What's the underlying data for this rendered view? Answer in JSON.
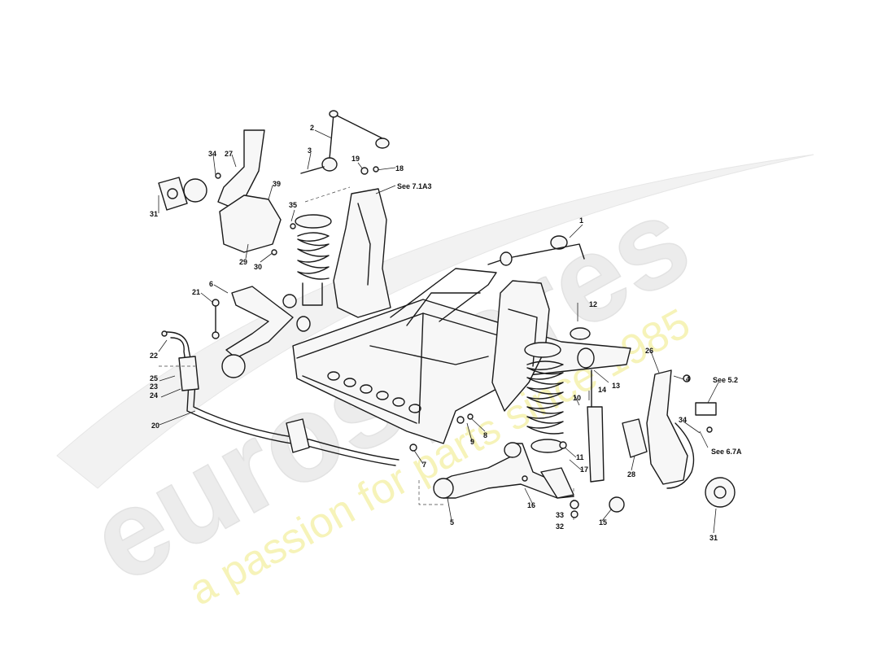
{
  "watermark": {
    "brand": "eurospares",
    "tagline": "a passion for parts since 1985"
  },
  "references": {
    "see_7_1a3": "See 7.1A3",
    "see_5_2": "See 5.2",
    "see_6_7a": "See 6.7A"
  },
  "callouts": {
    "c1": "1",
    "c2": "2",
    "c3": "3",
    "c4": "4",
    "c5": "5",
    "c6": "6",
    "c7": "7",
    "c8": "8",
    "c9": "9",
    "c10": "10",
    "c11": "11",
    "c12": "12",
    "c13": "13",
    "c14": "14",
    "c15": "15",
    "c16": "16",
    "c17": "17",
    "c18": "18",
    "c19": "19",
    "c20": "20",
    "c21": "21",
    "c22": "22",
    "c23": "23",
    "c24": "24",
    "c25": "25",
    "c26": "26",
    "c27": "27",
    "c28": "28",
    "c29": "29",
    "c30": "30",
    "c31a": "31",
    "c31b": "31",
    "c32": "32",
    "c33": "33",
    "c34a": "34",
    "c34b": "34",
    "c35": "35",
    "c39": "39"
  }
}
